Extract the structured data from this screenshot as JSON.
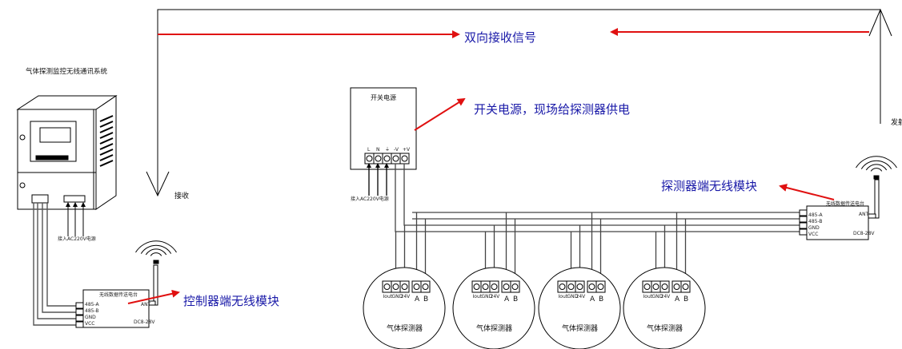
{
  "title": "气体探测监控无线通讯系统",
  "labels": {
    "receive": "接收",
    "transmit": "发射",
    "bidirectional": "双向接收信号",
    "power_note": "开关电源，现场给探测器供电",
    "detector_module_note": "探测器端无线模块",
    "controller_module_note": "控制器端无线模块"
  },
  "switch_power": {
    "title": "开关电源",
    "input": "接入AC220V电源",
    "terminals": [
      "L",
      "N",
      "⏚",
      "-V",
      "+V"
    ]
  },
  "cabinet": {
    "input": "接入AC220V电源"
  },
  "controller_module": {
    "title": "无线数据传送电台",
    "ports": [
      "485-A",
      "485-B",
      "GND",
      "VCC"
    ],
    "ant": "ANT",
    "power": "DC8-28V"
  },
  "detector_module": {
    "title": "无线数据传送电台",
    "ports": [
      "485-A",
      "485-B",
      "GND",
      "VCC"
    ],
    "ant": "ANT",
    "power": "DC8-28V"
  },
  "detectors": [
    {
      "label": "气体探测器",
      "terminals": [
        "Iout",
        "GND",
        "24V",
        "A",
        "B"
      ]
    },
    {
      "label": "气体探测器",
      "terminals": [
        "Iout",
        "GND",
        "24V",
        "A",
        "B"
      ]
    },
    {
      "label": "气体探测器",
      "terminals": [
        "Iout",
        "GND",
        "24V",
        "A",
        "B"
      ]
    },
    {
      "label": "气体探测器",
      "terminals": [
        "Iout",
        "GND",
        "24V",
        "A",
        "B"
      ]
    }
  ],
  "colors": {
    "arrow": "#e01010",
    "note_text": "#1a1aa8",
    "line": "#000000"
  }
}
